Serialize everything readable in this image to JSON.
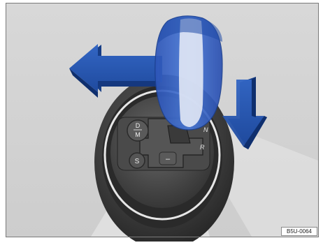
{
  "figure": {
    "code": "B5U-0064",
    "gear_labels": {
      "drive_manual": [
        "D",
        "M"
      ],
      "neutral": "N",
      "reverse": "R",
      "sport": "S",
      "minus": "–"
    },
    "arrows": [
      "arrow-left-icon",
      "arrow-down-icon"
    ],
    "colors": {
      "background": "#d4d4d4",
      "arrow": "#2a5db0",
      "knob": "#3a6ad0",
      "knob_highlight": "#e6ebf6",
      "console": "#3a3a3a",
      "ring": "#e8e8e8"
    }
  }
}
